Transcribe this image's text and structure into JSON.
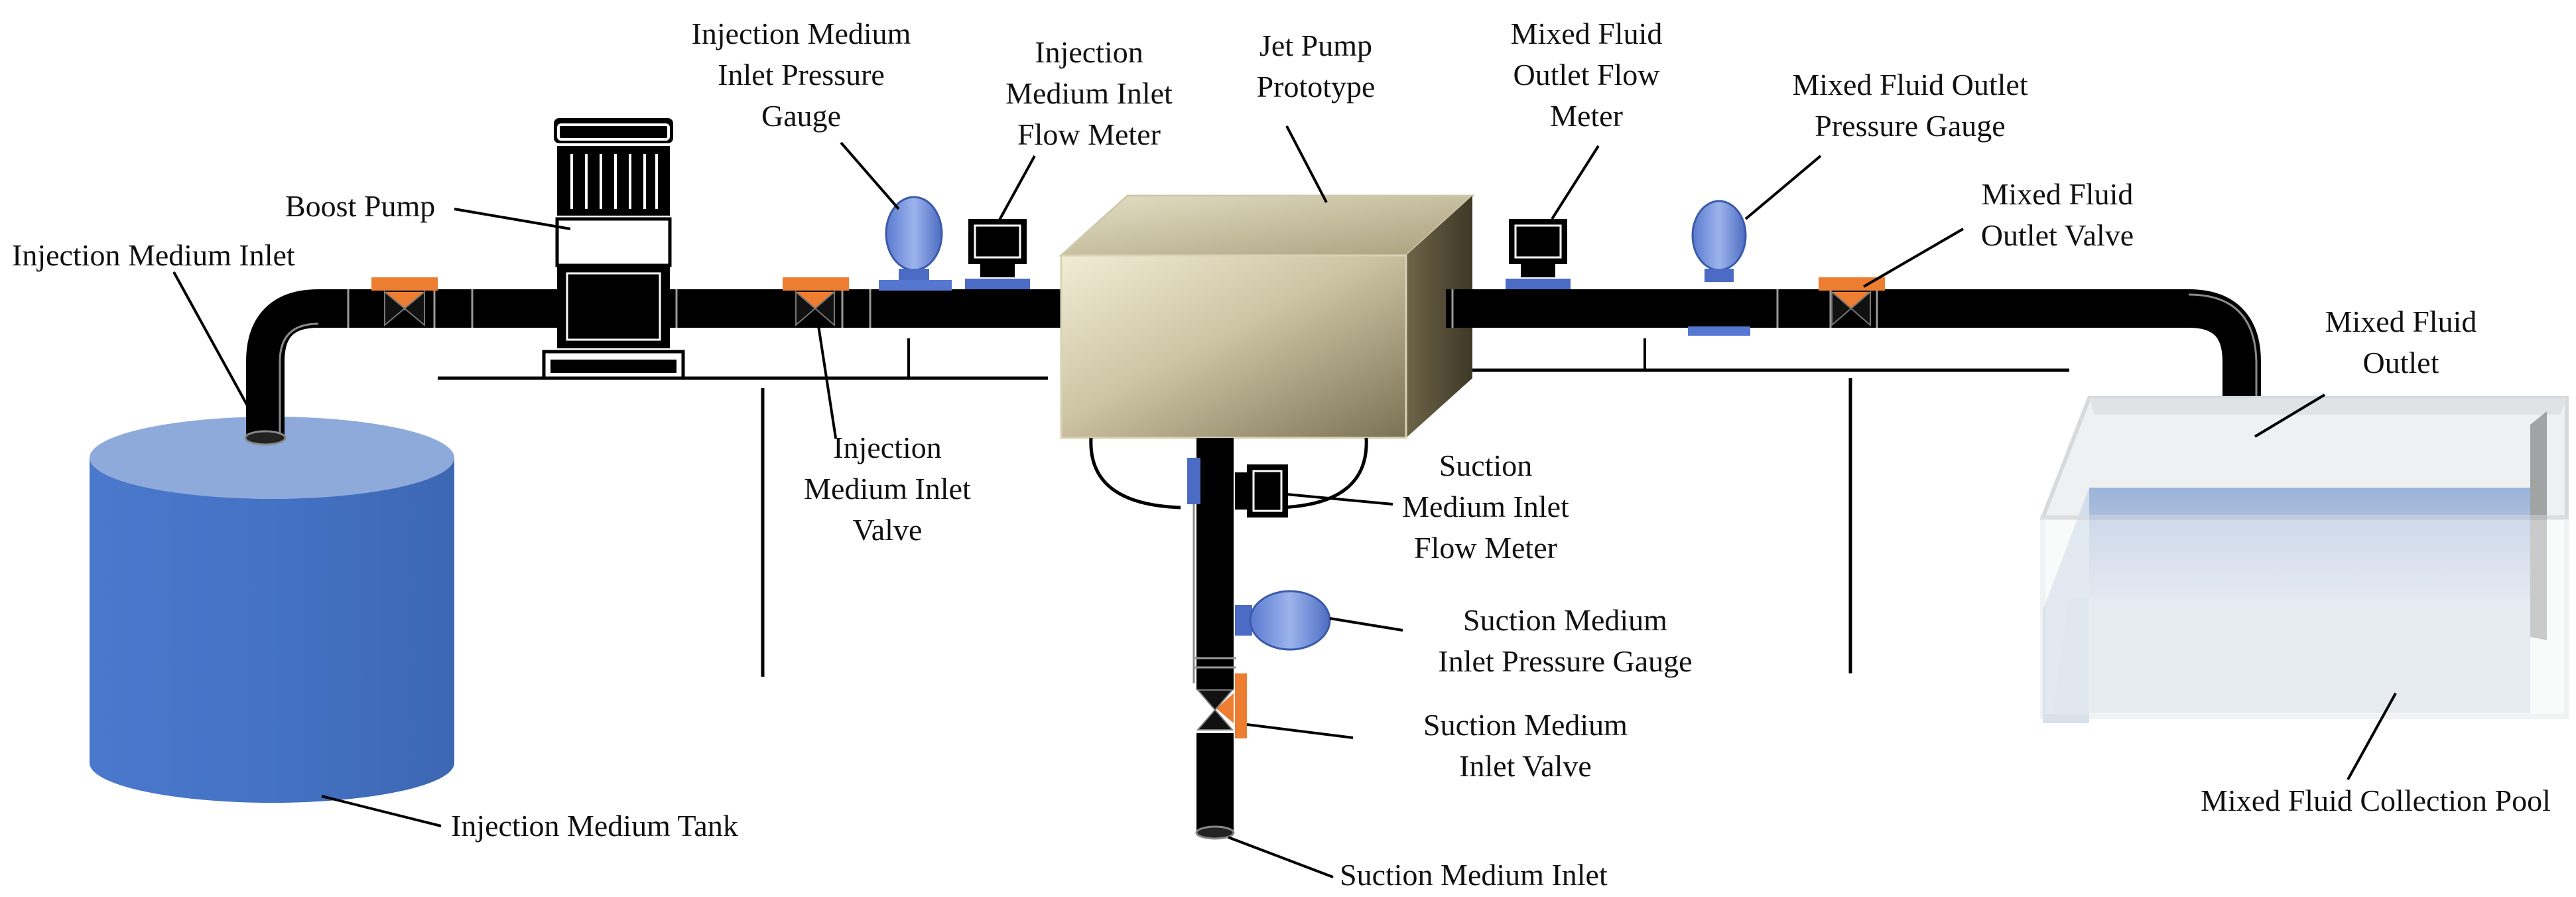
{
  "labels": {
    "injection_medium_inlet": [
      "Injection Medium Inlet"
    ],
    "boost_pump": [
      "Boost Pump"
    ],
    "injection_pressure_gauge": [
      "Injection Medium",
      "Inlet Pressure",
      "Gauge"
    ],
    "injection_flow_meter": [
      "Injection",
      "Medium Inlet",
      "Flow Meter"
    ],
    "jet_pump": [
      "Jet Pump",
      "Prototype"
    ],
    "mixed_flow_meter": [
      "Mixed Fluid",
      "Outlet Flow",
      "Meter"
    ],
    "mixed_pressure_gauge": [
      "Mixed Fluid Outlet",
      "Pressure Gauge"
    ],
    "mixed_outlet_valve": [
      "Mixed Fluid",
      "Outlet Valve"
    ],
    "mixed_fluid_outlet": [
      "Mixed Fluid",
      "Outlet"
    ],
    "injection_inlet_valve": [
      "Injection",
      "Medium Inlet",
      "Valve"
    ],
    "suction_flow_meter": [
      "Suction",
      "Medium Inlet",
      "Flow Meter"
    ],
    "suction_pressure_gauge": [
      "Suction Medium",
      "Inlet Pressure Gauge"
    ],
    "suction_inlet_valve": [
      "Suction Medium",
      "Inlet Valve"
    ],
    "injection_tank": [
      "Injection Medium Tank"
    ],
    "collection_pool": [
      "Mixed Fluid Collection Pool"
    ],
    "suction_inlet": [
      "Suction Medium Inlet"
    ]
  },
  "colors": {
    "tank_blue": "#4472c4",
    "tank_top": "#8eaadb",
    "valve_orange": "#ed7d31",
    "gauge_blue": "#6f8fdc",
    "pipe_black": "#000000",
    "box_light": "#e9e4cc",
    "box_dark": "#6b6349"
  },
  "icons": {
    "pressure_gauge": "gauge-icon",
    "flow_meter": "monitor-icon",
    "valve": "butterfly-valve-icon",
    "boost_pump": "motor-pump-icon"
  }
}
